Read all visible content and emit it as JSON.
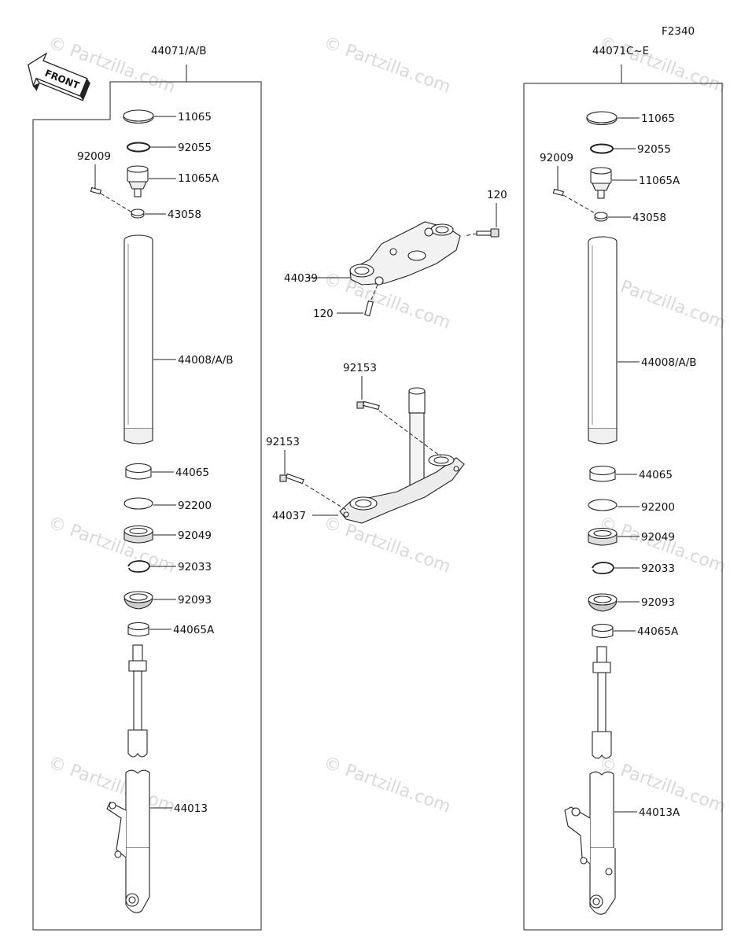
{
  "figure_code": "F2340",
  "front_label": "FRONT",
  "watermark": "© Partzilla.com",
  "left_assembly": {
    "title": "44071/A/B",
    "labels": {
      "cap": "11065",
      "oring": "92055",
      "bolt": "92009",
      "adjuster": "11065A",
      "washer": "43058",
      "outer_tube": "44008/A/B",
      "bushing": "44065",
      "spacer": "92200",
      "oil_seal": "92049",
      "retaining_ring": "92033",
      "dust_seal": "92093",
      "guide_bushing": "44065A",
      "inner_tube": "44013"
    }
  },
  "right_assembly": {
    "title": "44071C~E",
    "labels": {
      "cap": "11065",
      "oring": "92055",
      "bolt": "92009",
      "adjuster": "11065A",
      "washer": "43058",
      "outer_tube": "44008/A/B",
      "bushing": "44065",
      "spacer": "92200",
      "oil_seal": "92049",
      "retaining_ring": "92033",
      "dust_seal": "92093",
      "guide_bushing": "44065A",
      "inner_tube": "44013A"
    }
  },
  "center": {
    "upper_bolt_top": "120",
    "upper_bracket": "44039",
    "upper_bolt_bottom": "120",
    "lower_bolt_top": "92153",
    "lower_bolt_left": "92153",
    "lower_bracket": "44037"
  }
}
